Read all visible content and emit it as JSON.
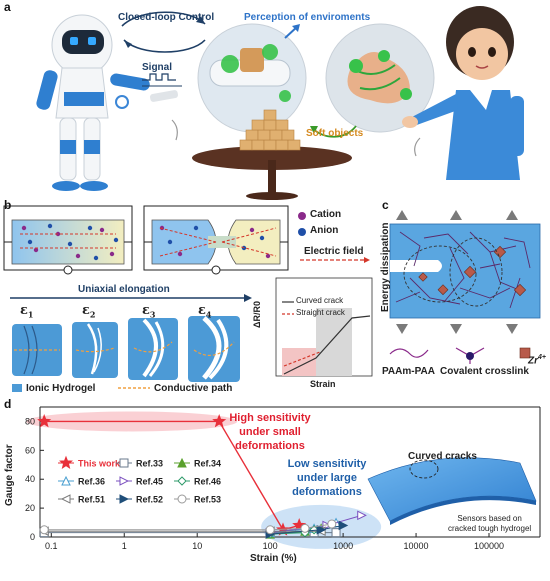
{
  "panel_a": {
    "letter": "a",
    "closed_loop": "Closed-loop Control",
    "signal": "Signal",
    "perception": "Perception of enviroments",
    "soft_objects": "Soft objects"
  },
  "panel_b": {
    "letter": "b",
    "cation": "Cation",
    "anion": "Anion",
    "electric_field": "Electric field",
    "uniaxial": "Uniaxial elongation",
    "eps": [
      "ε",
      "ε",
      "ε",
      "ε"
    ],
    "eps_sub": [
      "1",
      "2",
      "3",
      "4"
    ],
    "ionic_hydrogel": "Ionic Hydrogel",
    "conductive_path": "Conductive path",
    "curved_crack": "Curved  crack",
    "straight_crack": "Straight crack",
    "y_label": "ΔR/R0",
    "x_label": "Strain"
  },
  "panel_c": {
    "letter": "c",
    "energy": "Energy dissipation",
    "paam": "PAAm-PAA",
    "covalent": "Covalent crosslink",
    "zr": "Zr",
    "zr_sup": "4+"
  },
  "panel_d": {
    "letter": "d",
    "high_sens_1": "High sensitivity",
    "high_sens_2": "under small",
    "high_sens_3": "deformations",
    "low_sens_1": "Low sensitivity",
    "low_sens_2": "under large",
    "low_sens_3": "deformations",
    "curved_cracks": "Curved cracks",
    "sensors_1": "Sensors based on",
    "sensors_2": "cracked tough hydrogel"
  },
  "colors": {
    "this_work": "#e8303a",
    "ref33": "#6a7a8c",
    "ref34": "#5aa02c",
    "ref36": "#4a9fd0",
    "ref45": "#7a4fbf",
    "ref46": "#2e9a6a",
    "ref51": "#7a7a7a",
    "ref52": "#1f4e79",
    "ref53": "#9a9a9a",
    "hydrogel_blue": "#3f8fd2"
  },
  "chart_data": {
    "type": "scatter",
    "xlabel": "Strain (%)",
    "ylabel": "Gauge factor",
    "xscale": "log",
    "xlim": [
      0.07,
      500000
    ],
    "ylim": [
      0,
      90
    ],
    "xticks": [
      "0.1",
      "1",
      "10",
      "100",
      "1000",
      "10000",
      "100000"
    ],
    "yticks": [
      "0",
      "20",
      "40",
      "60",
      "80"
    ],
    "grid": false,
    "legend_position": "center-left",
    "series": [
      {
        "name": "This work",
        "marker": "star",
        "x": [
          0.08,
          20,
          150,
          250
        ],
        "y": [
          80,
          80,
          5,
          8
        ]
      },
      {
        "name": "Ref.33",
        "marker": "square",
        "x": [
          0.08,
          100,
          400,
          800
        ],
        "y": [
          3,
          3,
          3,
          3
        ]
      },
      {
        "name": "Ref.34",
        "marker": "triangle-up-filled",
        "x": [
          100,
          300,
          500
        ],
        "y": [
          2,
          4,
          6
        ]
      },
      {
        "name": "Ref.36",
        "marker": "triangle-up",
        "x": [
          100,
          400,
          800
        ],
        "y": [
          3,
          6,
          10
        ]
      },
      {
        "name": "Ref.45",
        "marker": "triangle-right",
        "x": [
          100,
          600,
          1800
        ],
        "y": [
          3,
          8,
          15
        ]
      },
      {
        "name": "Ref.46",
        "marker": "diamond",
        "x": [
          100,
          300,
          400
        ],
        "y": [
          2,
          3,
          5
        ]
      },
      {
        "name": "Ref.51",
        "marker": "triangle-left",
        "x": [
          0.08,
          100,
          500
        ],
        "y": [
          4,
          4,
          4
        ]
      },
      {
        "name": "Ref.52",
        "marker": "triangle-right-filled",
        "x": [
          100,
          500,
          1000
        ],
        "y": [
          2,
          5,
          8
        ]
      },
      {
        "name": "Ref.53",
        "marker": "circle",
        "x": [
          0.08,
          100,
          300,
          700
        ],
        "y": [
          5,
          5,
          6,
          9
        ]
      }
    ]
  }
}
